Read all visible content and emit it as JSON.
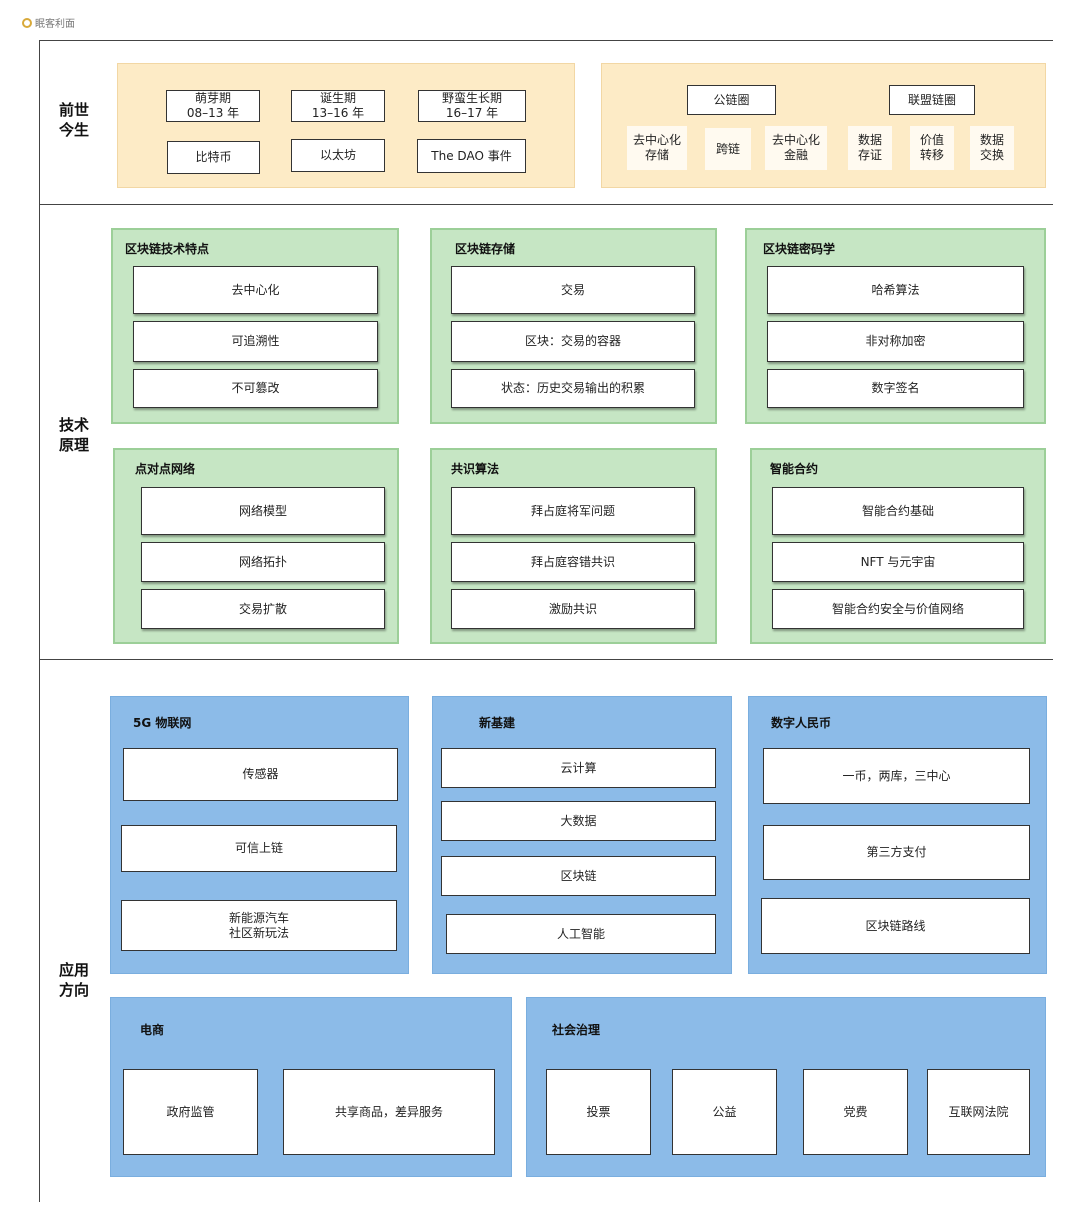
{
  "watermark": "眠客利面",
  "sections": {
    "history": "前世\n今生",
    "tech": "技术\n原理",
    "apps": "应用\n方向"
  },
  "history": {
    "periods": [
      "萌芽期\n08–13 年",
      "诞生期\n13–16 年",
      "野蛮生长期\n16–17 年"
    ],
    "events": [
      "比特币",
      "以太坊",
      "The DAO 事件"
    ],
    "chains": [
      "公链圈",
      "联盟链圈"
    ],
    "features": [
      "去中心化\n存储",
      "跨链",
      "去中心化\n金融",
      "数据\n存证",
      "价值\n转移",
      "数据\n交换"
    ]
  },
  "tech": [
    {
      "title": "区块链技术特点",
      "items": [
        "去中心化",
        "可追溯性",
        "不可篡改"
      ]
    },
    {
      "title": "区块链存储",
      "items": [
        "交易",
        "区块：交易的容器",
        "状态：历史交易输出的积累"
      ]
    },
    {
      "title": "区块链密码学",
      "items": [
        "哈希算法",
        "非对称加密",
        "数字签名"
      ]
    },
    {
      "title": "点对点网络",
      "items": [
        "网络模型",
        "网络拓扑",
        "交易扩散"
      ]
    },
    {
      "title": "共识算法",
      "items": [
        "拜占庭将军问题",
        "拜占庭容错共识",
        "激励共识"
      ]
    },
    {
      "title": "智能合约",
      "items": [
        "智能合约基础",
        "NFT 与元宇宙",
        "智能合约安全与价值网络"
      ]
    }
  ],
  "apps": [
    {
      "title": "5G 物联网",
      "items": [
        "传感器",
        "可信上链",
        "新能源汽车\n社区新玩法"
      ]
    },
    {
      "title": "新基建",
      "items": [
        "云计算",
        "大数据",
        "区块链",
        "人工智能"
      ]
    },
    {
      "title": "数字人民币",
      "items": [
        "一币，两库，三中心",
        "第三方支付",
        "区块链路线"
      ]
    },
    {
      "title": "电商",
      "items": [
        "政府监管",
        "共享商品，差异服务"
      ]
    },
    {
      "title": "社会治理",
      "items": [
        "投票",
        "公益",
        "党费",
        "互联网法院"
      ]
    }
  ],
  "colors": {
    "history_panel": "#fdebc6",
    "tech_panel": "#c6e6c4",
    "apps_panel": "#8cbbe8"
  }
}
